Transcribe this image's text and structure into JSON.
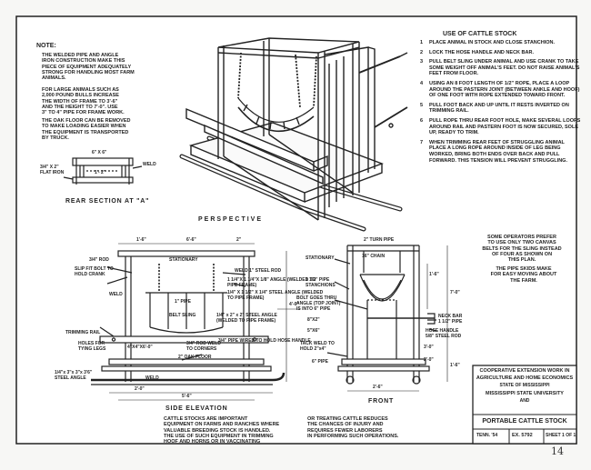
{
  "note": {
    "title": "NOTE:",
    "p1": "THE WELDED PIPE AND ANGLE\nIRON CONSTRUCTION MAKE THIS\nPIECE OF EQUIPMENT ADEQUATELY\nSTRONG FOR HANDLING MOST FARM\nANIMALS.",
    "p2": "FOR LARGE ANIMALS SUCH AS\n2,000 POUND BULLS INCREASE\nTHE WIDTH OF FRAME TO 3'-6\"\nAND THE HEIGHT TO 7'-0\". USE\n3\" TO 4\" PIPE FOR FRAME WORK.",
    "p3": "THE OAK FLOOR CAN BE REMOVED\nTO MAKE LOADING EASIER WHEN\nTHE EQUIPMENT IS TRANSPORTED\nBY TRUCK."
  },
  "use": {
    "title": "USE OF CATTLE STOCK",
    "steps": [
      "PLACE ANIMAL IN STOCK AND CLOSE STANCHION.",
      "LOCK THE HOSE HANDLE AND NECK BAR.",
      "PULL BELT SLING UNDER ANIMAL AND USE CRANK TO TAKE SOME WEIGHT OFF ANIMAL'S FEET. DO NOT RAISE ANIMAL'S FEET FROM FLOOR.",
      "USING AN 8 FOOT LENGTH OF 1/2\" ROPE, PLACE A LOOP AROUND THE PASTERN JOINT (BETWEEN ANKLE AND HOOF) OF ONE FOOT WITH ROPE EXTENDED TOWARD FRONT.",
      "PULL FOOT BACK AND UP UNTIL IT RESTS INVERTED ON TRIMMING RAIL.",
      "PULL ROPE THRU REAR FOOT HOLE, MAKE SEVERAL LOOPS AROUND RAIL AND PASTERN FOOT IS NOW SECURED, SOLE UP, READY TO TRIM.",
      "WHEN TRIMMING REAR FEET OF STRUGGLING ANIMAL PLACE A LONG ROPE AROUND INSIDE OF LEG BEING WORKED, BRING BOTH ENDS OVER BACK AND PULL FORWARD. THIS TENSION WILL PREVENT STRUGGLING."
    ]
  },
  "operators_note": "SOME OPERATORS PREFER\nTO USE ONLY TWO CANVAS\nBELTS FOR THE SLING INSTEAD\nOF FOUR AS SHOWN ON\nTHIS PLAN.",
  "skids_note": "THE PIPE SKIDS MAKE\nFOR EASY MOVING ABOUT\nTHE FARM.",
  "bottom_text_left": "CATTLE STOCKS ARE IMPORTANT\nEQUIPMENT ON FARMS AND RANCHES WHERE\nVALUABLE BREEDING STOCK IS HANDLED.\nTHE USE OF SUCH EQUIPMENT IN TRIMMING\nHOOF AND HORNS OR IN VACCINATING",
  "bottom_text_right": "OR TREATING CATTLE REDUCES\nTHE CHANCES OF INJURY AND\nREQUIRES FEWER LABORERS\nIN PERFORMING SUCH OPERATIONS.",
  "views": {
    "rear_section": "REAR SECTION AT \"A\"",
    "perspective": "PERSPECTIVE",
    "side_elevation": "SIDE ELEVATION",
    "front": "FRONT"
  },
  "rear_labels": {
    "dim_top": "6\" X 6\"",
    "dim_mid": "1'- 2\"",
    "iron": "3/4\" X 2\"\nFLAT IRON",
    "weld": "WELD"
  },
  "side_labels": {
    "d1": "3/4\" ROD",
    "d2": "1'-6\"",
    "d3": "6'-6\"",
    "d4": "2\"",
    "slip": "SLIP FIT BOLT TO\nHOLD CRANK",
    "stationary": "STATIONARY",
    "weld_rod": "WELD 1\" STEEL ROD",
    "angle_frame": "1 1/4\"X 1 1/4\"X 1/8\" ANGLE (WELDED TO PIPE FRAME)",
    "steel_frame": "1/4\" X 1 1/2\" X 1/4\" STEEL ANGLE (WELDED TO PIPE FRAME)",
    "weld_l": "WELD",
    "pipe": "1\" PIPE",
    "belt_sling": "BELT SLING",
    "angle_weld": "1/4\" x 2\" x 2\" STEEL ANGLE\n(WELDED TO PIPE FRAME)",
    "trimming_rail": "TRIMMING RAIL",
    "holes": "HOLES FOR\nTYING LEGS",
    "timber": "4\"X4\"X6'-0\"",
    "rod_weld": "3/4\" ROD WELD\nTO CORNERS",
    "pipe_weld": "3/4\" PIPE WIRED TO HOLD HOSE HANDLE",
    "oak": "2\" OAK FLOOR",
    "angle_bottom": "1/4\"x 3\"x 3\"x 3'6\"\nSTEEL ANGLE",
    "d5": "2'-0\"",
    "d6": "5'-6\"",
    "d7": "4'-0\"",
    "weld_b": "WELD"
  },
  "front_labels": {
    "turn_pipe": "2\" TURN PIPE",
    "chain": "16\" CHAIN",
    "stationary": "STATIONARY",
    "pipe_stanchion": "1 1/2\" PIPE\nSTANCHIONS",
    "bolt": "BOLT GOES THRU\nANGLE (TOP JOINT)\nIS INTO 6\" PIPE",
    "dim1": "8\"X2\"",
    "dim2": "5\"X6\"",
    "tack": "TACK WELD TO\nHOLD 2\"x4\"",
    "pipe_bottom": "6\" PIPE",
    "neck_bar": "NECK BAR\n1 1/2\" PIPE",
    "hose_handle": "HOSE HANDLE\n5/8\" STEEL ROD",
    "dim_h": "7'-0\"",
    "dim_w": "2'-6\"",
    "dim_a": "1'-6\"",
    "dim_b": "3'-0\"",
    "dim_c": "2'-0\"",
    "dim_d": "1'-6\""
  },
  "title_block": {
    "l1": "COOPERATIVE EXTENSION WORK IN",
    "l2": "AGRICULTURE AND HOME ECONOMICS",
    "l3": "STATE OF MISSISSIPPI",
    "l4": "MISSISSIPPI STATE UNIVERSITY",
    "l5": "AND",
    "title": "PORTABLE CATTLE STOCK",
    "tenn": "TENN. '54",
    "ex": "EX. 5792",
    "sheet": "SHEET 1 OF 1"
  },
  "page_number": "14"
}
